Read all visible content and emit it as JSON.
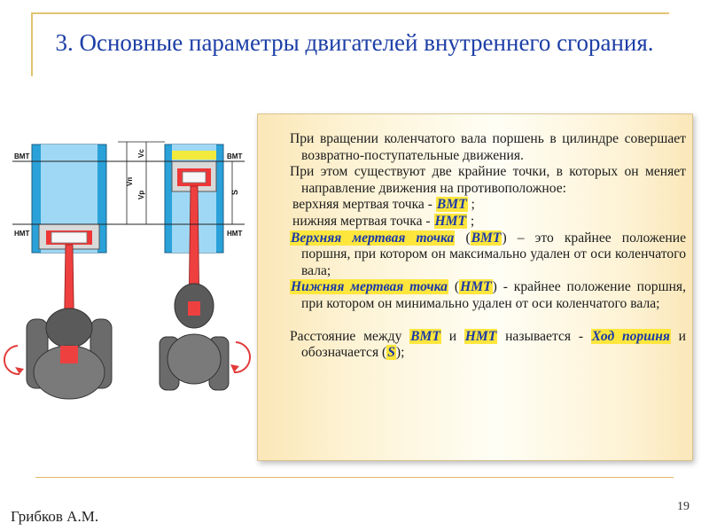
{
  "slide": {
    "title": "3. Основные параметры двигателей внутреннего сгорания.",
    "author": "Грибков А.М.",
    "page_number": "19"
  },
  "diagram": {
    "labels": {
      "vmt_left": "ВМТ",
      "nmt_left": "НМТ",
      "vmt_right": "ВМТ",
      "nmt_right": "НМТ",
      "vp": "Vп",
      "vc": "Vc",
      "vp2": "Vр",
      "s": "S"
    }
  },
  "text": {
    "p1": "При вращении коленчатого вала поршень в цилиндре совершает возвратно-поступательные движения.",
    "p2": "При этом существуют две крайние точки, в которых он меняет направление движения на противоположное:",
    "p3_pre": "верхняя мертвая точка - ",
    "p3_term": "ВМТ",
    "p3_post": " ;",
    "p4_pre": "нижняя мертвая точка - ",
    "p4_term": "НМТ",
    "p4_post": " ;",
    "p5_term": "Верхняя мертвая точка",
    "p5_open": " (",
    "p5_abbr": "ВМТ",
    "p5_close": ")",
    "p5_rest": " – это крайнее положение поршня, при котором он максимально удален от оси коленчатого вала;",
    "p6_term": "Нижняя мертвая точка",
    "p6_open": " (",
    "p6_abbr": "НМТ",
    "p6_close": ")",
    "p6_rest": " - крайнее положение поршня, при котором он минимально удален от оси коленчатого вала;",
    "p7_pre": "Расстояние между ",
    "p7_t1": "ВМТ",
    "p7_mid1": " и ",
    "p7_t2": "НМТ",
    "p7_mid2": " называется - ",
    "p7_t3": "Ход поршня",
    "p7_mid3": " и обозначается (",
    "p7_t4": "S",
    "p7_end": ");"
  }
}
